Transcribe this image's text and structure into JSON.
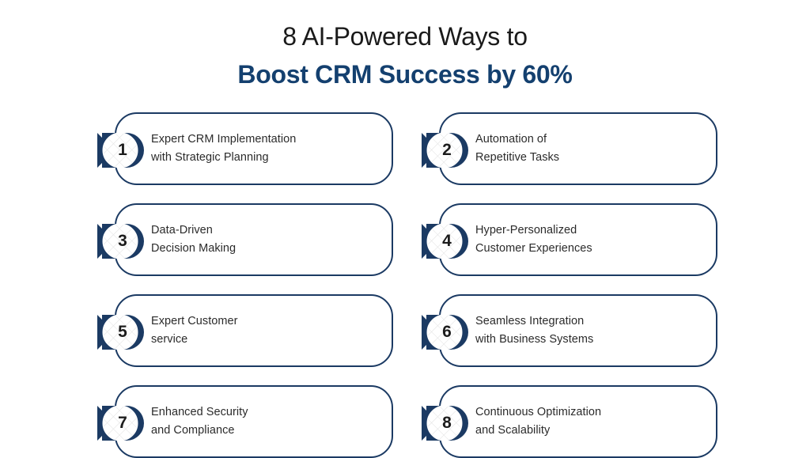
{
  "title": {
    "line1": "8 AI-Powered Ways to",
    "line2": "Boost CRM Success by 60%"
  },
  "colors": {
    "navy": "#1b3a63",
    "title_blue": "#14406f",
    "text": "#2b2b2b",
    "background": "#ffffff",
    "badge_circle": "#ffffff"
  },
  "cards": [
    {
      "number": "1",
      "line1": "Expert CRM Implementation",
      "line2": "with Strategic Planning"
    },
    {
      "number": "2",
      "line1": "Automation of",
      "line2": "Repetitive Tasks"
    },
    {
      "number": "3",
      "line1": "Data-Driven",
      "line2": "Decision Making"
    },
    {
      "number": "4",
      "line1": "Hyper-Personalized",
      "line2": "Customer Experiences"
    },
    {
      "number": "5",
      "line1": "Expert Customer",
      "line2": "service"
    },
    {
      "number": "6",
      "line1": "Seamless Integration",
      "line2": "with Business Systems"
    },
    {
      "number": "7",
      "line1": "Enhanced Security",
      "line2": "and Compliance"
    },
    {
      "number": "8",
      "line1": "Continuous Optimization",
      "line2": "and Scalability"
    }
  ]
}
